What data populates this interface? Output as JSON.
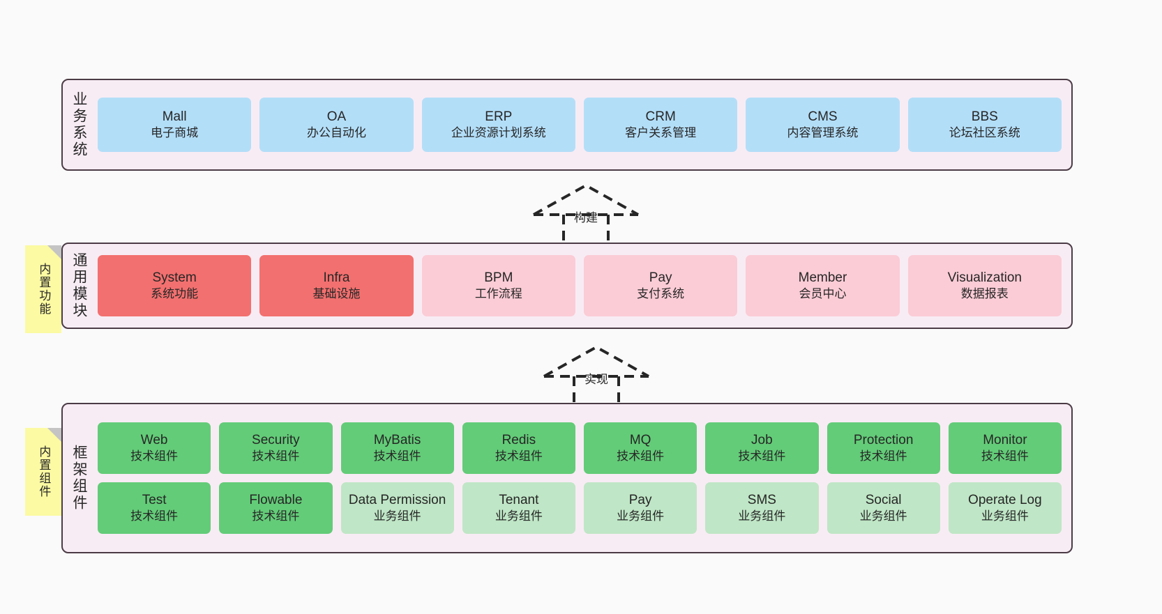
{
  "diagram": {
    "background": "#fafafa",
    "panel_bg": "#f8ecf4",
    "panel_border": "#4b3b45",
    "note_bg": "#fcfaa2"
  },
  "layers": [
    {
      "id": "business-system",
      "title": "业务系统",
      "note": null,
      "card_color": "#b3def8",
      "rows": [
        [
          {
            "en": "Mall",
            "cn": "电子商城"
          },
          {
            "en": "OA",
            "cn": "办公自动化"
          },
          {
            "en": "ERP",
            "cn": "企业资源计划系统"
          },
          {
            "en": "CRM",
            "cn": "客户关系管理"
          },
          {
            "en": "CMS",
            "cn": "内容管理系统"
          },
          {
            "en": "BBS",
            "cn": "论坛社区系统"
          }
        ]
      ]
    },
    {
      "id": "common-module",
      "title": "通用模块",
      "note": "内置功能",
      "rows": [
        [
          {
            "en": "System",
            "cn": "系统功能",
            "color": "#f2706f"
          },
          {
            "en": "Infra",
            "cn": "基础设施",
            "color": "#f2706f"
          },
          {
            "en": "BPM",
            "cn": "工作流程",
            "color": "#fbccd6"
          },
          {
            "en": "Pay",
            "cn": "支付系统",
            "color": "#fbccd6"
          },
          {
            "en": "Member",
            "cn": "会员中心",
            "color": "#fbccd6"
          },
          {
            "en": "Visualization",
            "cn": "数据报表",
            "color": "#fbccd6"
          }
        ]
      ]
    },
    {
      "id": "framework-component",
      "title": "框架组件",
      "note": "内置组件",
      "rows": [
        [
          {
            "en": "Web",
            "cn": "技术组件",
            "color": "#63cc78"
          },
          {
            "en": "Security",
            "cn": "技术组件",
            "color": "#63cc78"
          },
          {
            "en": "MyBatis",
            "cn": "技术组件",
            "color": "#63cc78"
          },
          {
            "en": "Redis",
            "cn": "技术组件",
            "color": "#63cc78"
          },
          {
            "en": "MQ",
            "cn": "技术组件",
            "color": "#63cc78"
          },
          {
            "en": "Job",
            "cn": "技术组件",
            "color": "#63cc78"
          },
          {
            "en": "Protection",
            "cn": "技术组件",
            "color": "#63cc78"
          },
          {
            "en": "Monitor",
            "cn": "技术组件",
            "color": "#63cc78"
          }
        ],
        [
          {
            "en": "Test",
            "cn": "技术组件",
            "color": "#63cc78"
          },
          {
            "en": "Flowable",
            "cn": "技术组件",
            "color": "#63cc78"
          },
          {
            "en": "Data Permission",
            "cn": "业务组件",
            "color": "#bfe6c6"
          },
          {
            "en": "Tenant",
            "cn": "业务组件",
            "color": "#bfe6c6"
          },
          {
            "en": "Pay",
            "cn": "业务组件",
            "color": "#bfe6c6"
          },
          {
            "en": "SMS",
            "cn": "业务组件",
            "color": "#bfe6c6"
          },
          {
            "en": "Social",
            "cn": "业务组件",
            "color": "#bfe6c6"
          },
          {
            "en": "Operate Log",
            "cn": "业务组件",
            "color": "#bfe6c6"
          }
        ]
      ]
    }
  ],
  "connectors": [
    {
      "id": "build",
      "label": "构建",
      "style": "dashed-hollow-arrow-up"
    },
    {
      "id": "implement",
      "label": "实现",
      "style": "dashed-hollow-arrow-up"
    }
  ]
}
